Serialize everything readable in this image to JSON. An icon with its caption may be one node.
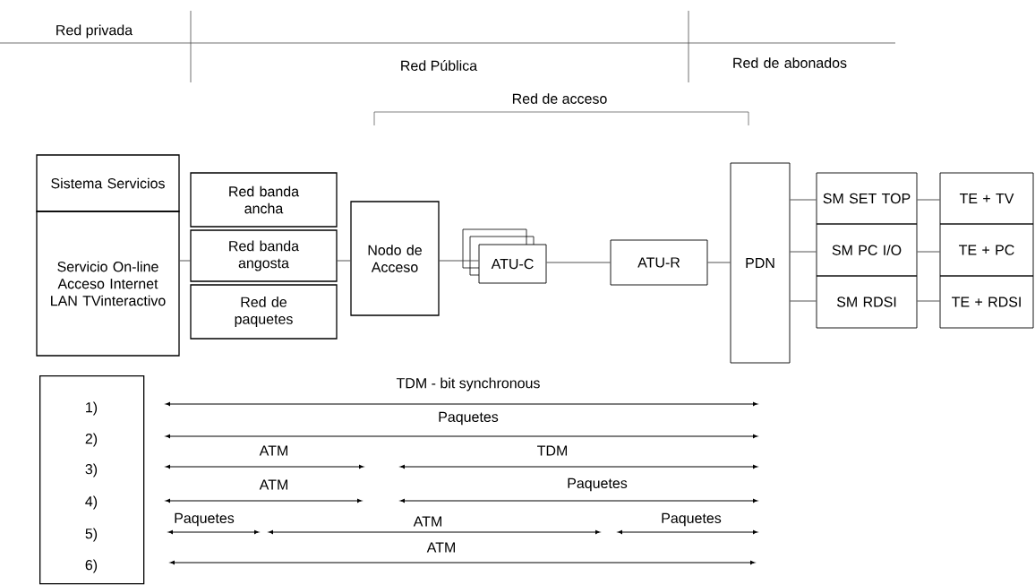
{
  "diagram": {
    "nodes": [
      {
        "text": [
          "Sistema Servicios"
        ]
      },
      {
        "text": [
          "Servicio On-line Acceso Internet LAN TVinteractivo"
        ]
      },
      {
        "text": [
          "Red banda ancha"
        ]
      },
      {
        "text": [
          "Red banda angosta"
        ]
      },
      {
        "text": [
          "Red de paquetes"
        ]
      },
      {
        "text": [
          "Nodo de Acceso"
        ]
      },
      {
        "text": [
          "ATU-C"
        ]
      },
      {
        "text": [
          "ATU-R"
        ]
      },
      {
        "text": [
          "PDN"
        ]
      },
      {
        "text": [
          "SM SET TOP"
        ]
      },
      {
        "text": [
          "SM PC I/O"
        ]
      },
      {
        "text": [
          "SM RDSI"
        ]
      },
      {
        "text": [
          "TE + TV"
        ]
      },
      {
        "text": [
          "TE + PC"
        ]
      },
      {
        "text": [
          "TE + RDSI"
        ]
      },
      {
        "text": [
          "1)",
          "2)",
          "3)",
          "4)",
          "5)",
          "6)"
        ]
      }
    ],
    "edges": [
      {
        "from": 1,
        "to": 3,
        "arrow": "none"
      },
      {
        "from": 3,
        "to": 5,
        "arrow": "none"
      },
      {
        "from": 5,
        "to": 6,
        "arrow": "none"
      },
      {
        "from": 6,
        "to": 7,
        "arrow": "none"
      },
      {
        "from": 7,
        "to": 8,
        "arrow": "none"
      },
      {
        "from": 8,
        "to": 9,
        "arrow": "none"
      },
      {
        "from": 8,
        "to": 10,
        "arrow": "none"
      },
      {
        "from": 8,
        "to": 11,
        "arrow": "none"
      },
      {
        "from": 9,
        "to": 12,
        "arrow": "none"
      },
      {
        "from": 10,
        "to": 13,
        "arrow": "none"
      },
      {
        "from": 11,
        "to": 14,
        "arrow": "none"
      }
    ],
    "labels": [
      "Red privada",
      "Red Pública",
      "Red de abonados",
      "Red de acceso",
      "TDM - bit synchronous",
      "Paquetes",
      "ATM",
      "TDM",
      "ATM",
      "Paquetes",
      "Paquetes",
      "ATM",
      "Paquetes",
      "ATM"
    ]
  }
}
